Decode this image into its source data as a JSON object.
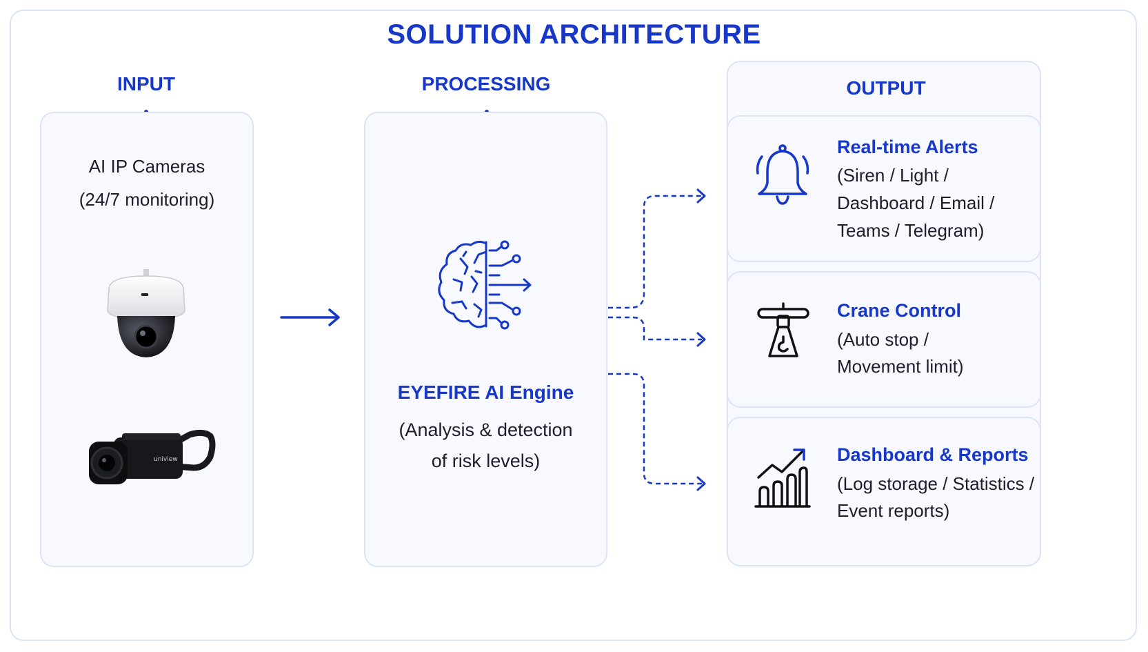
{
  "title": "SOLUTION ARCHITECTURE",
  "input": {
    "label": "INPUT",
    "title_line1": "AI IP Cameras",
    "title_line2": "(24/7 monitoring)",
    "camera_brand": "uniview"
  },
  "processing": {
    "label": "PROCESSING",
    "engine_title": "EYEFIRE AI Engine",
    "engine_sub_line1": "(Analysis & detection",
    "engine_sub_line2": "of risk levels)"
  },
  "output": {
    "label": "OUTPUT",
    "items": [
      {
        "icon": "bell-icon",
        "heading": "Real-time Alerts",
        "lines": [
          "(Siren / Light /",
          "Dashboard / Email /",
          "Teams / Telegram)"
        ]
      },
      {
        "icon": "crane-hook-icon",
        "heading": "Crane Control",
        "lines": [
          "(Auto stop /",
          "Movement limit)"
        ]
      },
      {
        "icon": "growth-chart-icon",
        "heading": "Dashboard & Reports",
        "lines": [
          "(Log storage / Statistics /",
          "Event reports)"
        ]
      }
    ]
  },
  "colors": {
    "accent": "#1737c9",
    "card_bg": "#f7f9ff",
    "card_border": "#dbe5f7",
    "text": "#1e1e2a"
  }
}
